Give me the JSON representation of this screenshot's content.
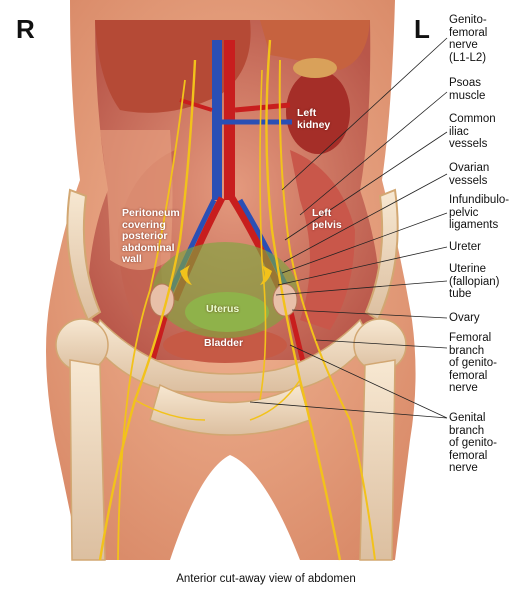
{
  "markers": {
    "right": "R",
    "left": "L"
  },
  "callouts": [
    {
      "key": "genitofemoral",
      "text": "Genito-\nfemoral\nnerve\n(L1-L2)"
    },
    {
      "key": "psoas",
      "text": "Psoas\nmuscle"
    },
    {
      "key": "common_iliac",
      "text": "Common\niliac\nvessels"
    },
    {
      "key": "ovarian",
      "text": "Ovarian\nvessels"
    },
    {
      "key": "infundibulo",
      "text": "Infundibulo-\npelvic\nligaments"
    },
    {
      "key": "ureter",
      "text": "Ureter"
    },
    {
      "key": "uterine_tube",
      "text": "Uterine\n(fallopian)\ntube"
    },
    {
      "key": "ovary",
      "text": "Ovary"
    },
    {
      "key": "femoral_branch",
      "text": "Femoral\nbranch\nof genito-\nfemoral\nnerve"
    },
    {
      "key": "genital_branch",
      "text": "Genital\nbranch\nof genito-\nfemoral\nnerve"
    }
  ],
  "organ_labels": {
    "left_kidney": "Left\nkidney",
    "left_pelvis": "Left\npelvis",
    "peritoneum": "Peritoneum\ncovering\nposterior\nabdominal\nwall",
    "uterus": "Uterus",
    "bladder": "Bladder"
  },
  "caption": "Anterior cut-away view of abdomen",
  "colors": {
    "skin": "#e9a27f",
    "muscle": "#c9574a",
    "nerve": "#f2c21b",
    "artery": "#c81e1e",
    "vein": "#2a4fb5",
    "bone": "#f1dcc0",
    "uterus_overlay": "#7fa640"
  }
}
